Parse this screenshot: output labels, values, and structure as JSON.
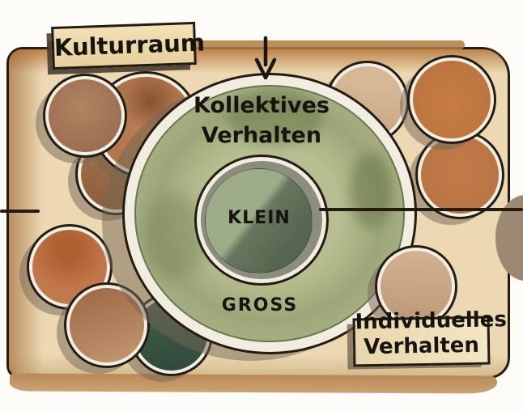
{
  "labels": {
    "kulturraum": "Kulturraum",
    "individuelles_line1": "Individuelles",
    "individuelles_line2": "Verhalten"
  },
  "donut": {
    "collective_line1": "Kollektives",
    "collective_line2": "Verhalten",
    "inner_label": "KLEIN",
    "outer_label": "GROSS"
  },
  "icons": {
    "down_arrow": "↓"
  },
  "colors": {
    "paper": "#fdfcf8",
    "ink": "#241c12",
    "ink_text": "#17130e",
    "board_fill": "#ecd9b4",
    "label_fill": "#f2e0b6",
    "ring_cream": "#f2ede1",
    "donut_green": "#a9b183",
    "inner_gray": "#8b8d7f",
    "inner_light": "#9dab88",
    "inner_dark": "#55654f",
    "orange_circle": "#c1773f",
    "brown_circle": "#a87a5c",
    "pale_circle": "#cfae8e",
    "dark_green_circle": "#3d5a49",
    "tan_circle": "#c9a183",
    "blob": "#9d8973",
    "shadow": "rgba(116,101,82,0.5)"
  }
}
